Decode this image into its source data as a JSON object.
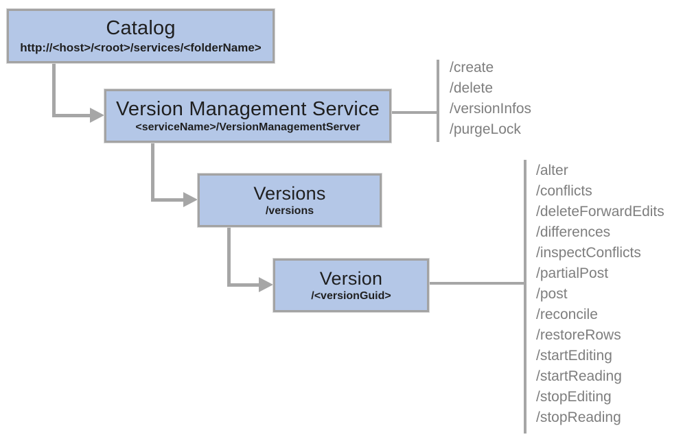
{
  "nodes": {
    "catalog": {
      "title": "Catalog",
      "subtitle": "http://<host>/<root>/services/<folderName>"
    },
    "version_management_service": {
      "title": "Version Management Service",
      "subtitle": "<serviceName>/VersionManagementServer",
      "operations": [
        "/create",
        "/delete",
        "/versionInfos",
        "/purgeLock"
      ]
    },
    "versions": {
      "title": "Versions",
      "subtitle": "/versions"
    },
    "version": {
      "title": "Version",
      "subtitle": "/<versionGuid>",
      "operations": [
        "/alter",
        "/conflicts",
        "/deleteForwardEdits",
        "/differences",
        "/inspectConflicts",
        "/partialPost",
        "/post",
        "/reconcile",
        "/restoreRows",
        "/startEditing",
        "/startReading",
        "/stopEditing",
        "/stopReading"
      ]
    }
  },
  "colors": {
    "node_fill": "#b4c7e7",
    "node_border": "#a3a3a3",
    "connector": "#a6a6a6",
    "operation_text": "#7e7e7e"
  }
}
